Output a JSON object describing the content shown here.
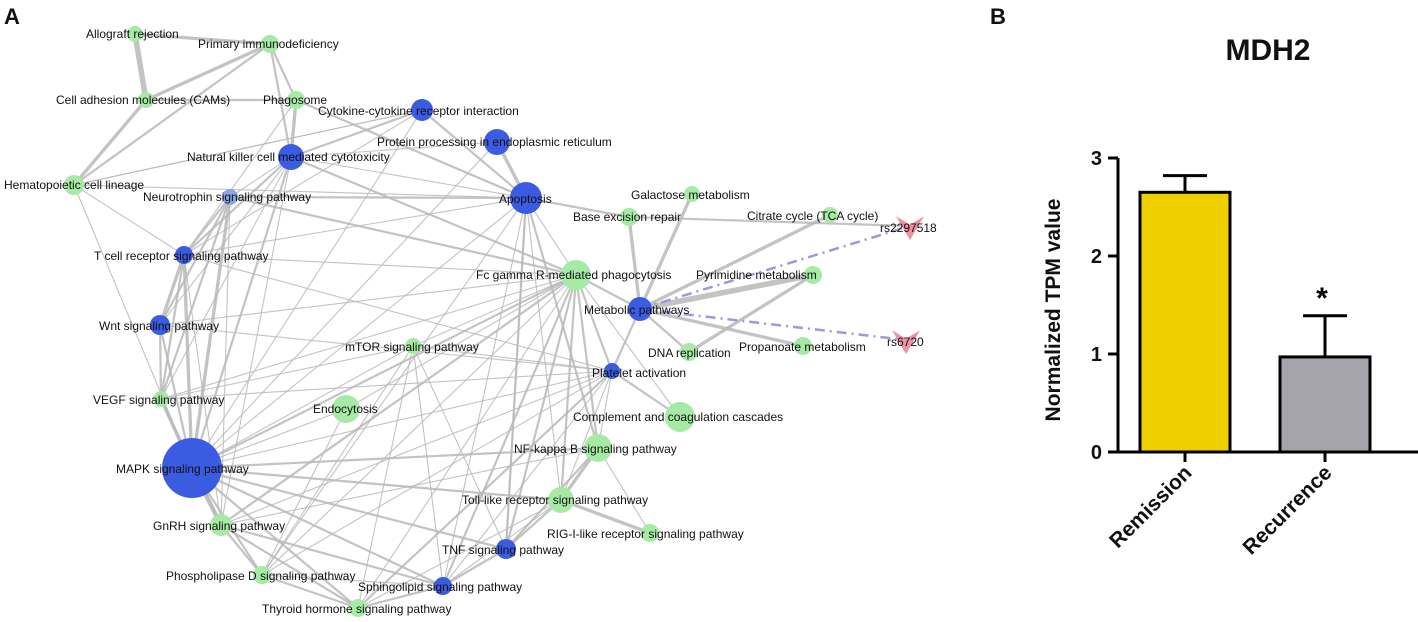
{
  "panels": {
    "a": "A",
    "b": "B"
  },
  "colors": {
    "edge": "#b8b8b8",
    "snp_edge": "#9c9ad6",
    "blue_node": "#3b5be0",
    "light_blue_node": "#8aa6e6",
    "green_node": "#a6eaa6",
    "snp_node": "#f28fa3",
    "remission_bar": "#efcf00",
    "recurrence_bar": "#a4a4aa"
  },
  "chart_data": [
    {
      "type": "network",
      "nodes": [
        {
          "id": "allograft",
          "label": "Allograft rejection",
          "color": "green"
        },
        {
          "id": "primary",
          "label": "Primary immunodeficiency",
          "color": "green"
        },
        {
          "id": "cams",
          "label": "Cell adhesion molecules (CAMs)",
          "color": "green"
        },
        {
          "id": "phagosome",
          "label": "Phagosome",
          "color": "green"
        },
        {
          "id": "cytokine",
          "label": "Cytokine-cytokine receptor interaction",
          "color": "blue"
        },
        {
          "id": "protein",
          "label": "Protein processing in endoplasmic reticulum",
          "color": "blue"
        },
        {
          "id": "nk",
          "label": "Natural killer cell mediated cytotoxicity",
          "color": "blue"
        },
        {
          "id": "hemato",
          "label": "Hematopoietic cell lineage",
          "color": "green"
        },
        {
          "id": "neuro",
          "label": "Neurotrophin signaling pathway",
          "color": "lightblue"
        },
        {
          "id": "apoptosis",
          "label": "Apoptosis",
          "color": "blue"
        },
        {
          "id": "galactose",
          "label": "Galactose metabolism",
          "color": "green"
        },
        {
          "id": "ber",
          "label": "Base excision repair",
          "color": "green"
        },
        {
          "id": "citrate",
          "label": "Citrate cycle (TCA cycle)",
          "color": "green"
        },
        {
          "id": "rs2297518",
          "label": "rs2297518",
          "color": "snp"
        },
        {
          "id": "tcell",
          "label": "T cell receptor signaling pathway",
          "color": "blue"
        },
        {
          "id": "fcgamma",
          "label": "Fc gamma R-mediated phagocytosis",
          "color": "green"
        },
        {
          "id": "pyrimidine",
          "label": "Pyrimidine metabolism",
          "color": "green"
        },
        {
          "id": "metabolic",
          "label": "Metabolic pathways",
          "color": "blue"
        },
        {
          "id": "wnt",
          "label": "Wnt signaling pathway",
          "color": "blue"
        },
        {
          "id": "rs6720",
          "label": "rs6720",
          "color": "snp"
        },
        {
          "id": "mtor",
          "label": "mTOR signaling pathway",
          "color": "green"
        },
        {
          "id": "dna",
          "label": "DNA replication",
          "color": "green"
        },
        {
          "id": "propanoate",
          "label": "Propanoate metabolism",
          "color": "green"
        },
        {
          "id": "platelet",
          "label": "Platelet activation",
          "color": "blue"
        },
        {
          "id": "vegf",
          "label": "VEGF signaling pathway",
          "color": "green"
        },
        {
          "id": "endocytosis",
          "label": "Endocytosis",
          "color": "green"
        },
        {
          "id": "complement",
          "label": "Complement and coagulation cascades",
          "color": "green"
        },
        {
          "id": "nfkb",
          "label": "NF-kappa B signaling pathway",
          "color": "green"
        },
        {
          "id": "mapk",
          "label": "MAPK signaling pathway",
          "color": "blue"
        },
        {
          "id": "toll",
          "label": "Toll-like receptor signaling pathway",
          "color": "green"
        },
        {
          "id": "gnrh",
          "label": "GnRH signaling pathway",
          "color": "green"
        },
        {
          "id": "rig",
          "label": "RIG-I-like receptor signaling pathway",
          "color": "green"
        },
        {
          "id": "tnf",
          "label": "TNF signaling pathway",
          "color": "blue"
        },
        {
          "id": "phospho",
          "label": "Phospholipase D signaling pathway",
          "color": "green"
        },
        {
          "id": "sphingo",
          "label": "Sphingolipid signaling pathway",
          "color": "blue"
        },
        {
          "id": "thyroid",
          "label": "Thyroid hormone signaling pathway",
          "color": "green"
        }
      ]
    },
    {
      "type": "bar",
      "title": "MDH2",
      "ylabel": "Normalized TPM value",
      "xlabel": "",
      "categories": [
        "Remission",
        "Recurrence"
      ],
      "values": [
        2.65,
        0.97
      ],
      "errors": [
        0.17,
        0.42
      ],
      "annotations": [
        "",
        "*"
      ],
      "ylim": [
        0,
        3
      ],
      "yticks": [
        "0",
        "1",
        "2",
        "3"
      ],
      "grid": false
    }
  ]
}
